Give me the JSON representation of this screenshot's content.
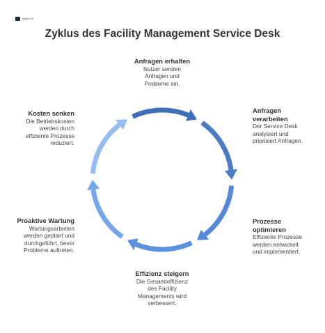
{
  "logo": {
    "text": "Napkin.ai"
  },
  "title": "Zyklus des Facility Management Service Desk",
  "steps": [
    {
      "title": "Anfragen erhalten",
      "lines": [
        "Nutzer senden",
        "Anfragen und",
        "Probleme ein."
      ],
      "color": "#3f6fb8"
    },
    {
      "title_lines": [
        "Anfragen",
        "verarbeiten"
      ],
      "lines": [
        "Der Service Desk",
        "analysiert und",
        "priorisiert Anfragen."
      ],
      "color": "#4a7cc6"
    },
    {
      "title_lines": [
        "Prozesse",
        "optimieren"
      ],
      "lines": [
        "Effiziente Prozesse",
        "werden entwickelt",
        "und implementiert."
      ],
      "color": "#5389d6"
    },
    {
      "title": "Effizienz steigern",
      "lines": [
        "Die Gesamteffizienz",
        "des Facility",
        "Managements wird",
        "verbessert."
      ],
      "color": "#5b92e0"
    },
    {
      "title": "Proaktive Wartung",
      "lines": [
        "Wartungsarbeiten",
        "werden geplant und",
        "durchgeführt, bevor",
        "Probleme auftreten."
      ],
      "color": "#74a6ea"
    },
    {
      "title": "Kosten senken",
      "lines": [
        "Die Betriebskosten",
        "werden durch",
        "effiziente Prozesse",
        "reduziert."
      ],
      "color": "#96bdf2"
    }
  ]
}
